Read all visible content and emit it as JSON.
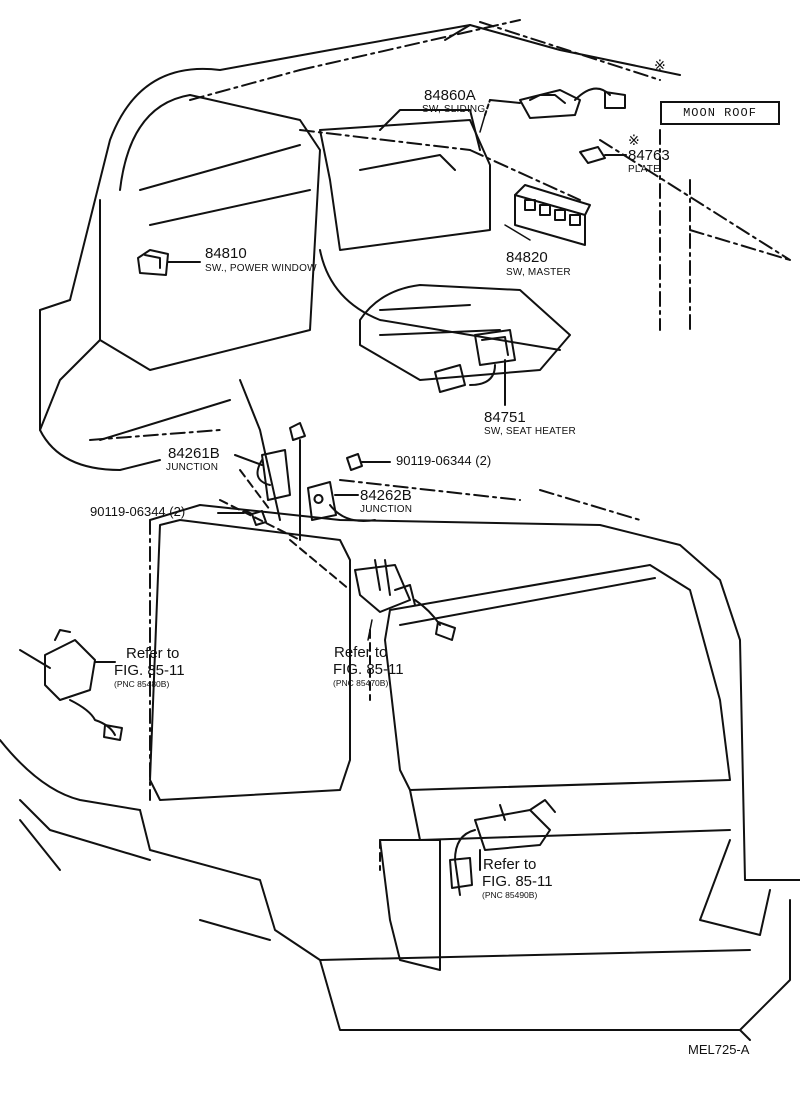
{
  "moon_roof_label": "MOON ROOF",
  "optional_mark": "※",
  "parts": {
    "sliding_switch": {
      "number": "84860A",
      "name": "SW, SLIDING"
    },
    "plate": {
      "number": "84763",
      "name": "PLATE"
    },
    "master_switch": {
      "number": "84820",
      "name": "SW, MASTER"
    },
    "power_window_switch": {
      "number": "84810",
      "name": "SW., POWER WINDOW"
    },
    "seat_heater_switch": {
      "number": "84751",
      "name": "SW, SEAT HEATER"
    },
    "junction_a": {
      "number": "84261B",
      "name": "JUNCTION"
    },
    "junction_b": {
      "number": "84262B",
      "name": "JUNCTION"
    },
    "screw_upper": {
      "number": "90119-06344 (2)"
    },
    "screw_lower": {
      "number": "90119-06344 (2)"
    }
  },
  "references": {
    "left_door": {
      "refer": "Refer to",
      "fig": "FIG. 85-11",
      "pnc": "(PNC 85480B)"
    },
    "center": {
      "refer": "Refer to",
      "fig": "FIG. 85-11",
      "pnc": "(PNC 85470B)"
    },
    "tailgate": {
      "refer": "Refer to",
      "fig": "FIG. 85-11",
      "pnc": "(PNC 85490B)"
    }
  },
  "diagram_code": "MEL725-A"
}
